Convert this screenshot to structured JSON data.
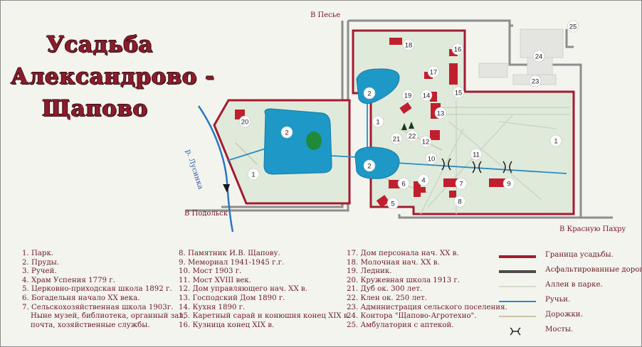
{
  "title": {
    "line1": "Усадьба",
    "line2": "Александрово -",
    "line3": "Щапово"
  },
  "map_labels": {
    "north_road": "В Песье",
    "west_road": "В Подольск",
    "east_road": "В Красную Пахру",
    "stream": "р. Лусинка"
  },
  "markers": [
    "1",
    "1",
    "1",
    "2",
    "2",
    "2",
    "4",
    "5",
    "6",
    "7",
    "8",
    "9",
    "10",
    "11",
    "12",
    "13",
    "14",
    "15",
    "16",
    "17",
    "18",
    "19",
    "20",
    "21",
    "22",
    "23",
    "24",
    "25"
  ],
  "legend_list": {
    "col1": [
      "1. Парк.",
      "2. Пруды.",
      "3. Ручей.",
      "4. Храм Успения 1779 г.",
      "5. Церковно-приходская школа 1892 г.",
      "6. Богадельня начало XX века.",
      "7. Сельскохозяйственная школа 1903г.",
      "Ныне музей, библиотека, органный зал,",
      "почта, хозяйственные службы."
    ],
    "col2": [
      "8. Памятник И.В. Щапову.",
      "9. Мемориал 1941-1945 г.г.",
      "10. Мост 1903 г.",
      "11. Мост XVIII век.",
      "12. Дом управляющего нач. XX в.",
      "13. Господский Дом 1890 г.",
      "14. Кухня 1890 г.",
      "15. Каретный сарай и конюшня конец XIX в.",
      "16. Кузница конец XIX в."
    ],
    "col3": [
      "17. Дом персонала нач. XX в.",
      "18. Молочная нач. XX в.",
      "19. Ледник.",
      "20. Кружевная школа 1913 г.",
      "21. Дуб ок. 300 лет.",
      "22. Клен ок. 250 лет.",
      "23. Администрация сельского поселения.",
      "24. Контора \"Щапово-Агротехно\".",
      "25. Амбулатория с аптекой."
    ]
  },
  "legend": [
    {
      "label": "Граница усадьбы.",
      "color": "#a31b30",
      "style": "boundary"
    },
    {
      "label": "Асфальтированные дороги.",
      "color": "#4a4a4a",
      "style": "road"
    },
    {
      "label": "Аллеи в парке.",
      "color": "#d2ddd0",
      "style": "alley"
    },
    {
      "label": "Ручьи.",
      "color": "#2a8cc4",
      "style": "stream"
    },
    {
      "label": "Дорожки.",
      "color": "#cfc3a6",
      "style": "path"
    },
    {
      "label": "Мосты.",
      "color": "#2a2a2a",
      "style": "bridge"
    }
  ],
  "colors": {
    "building": "#c0202e",
    "pond": "#1e98c7",
    "park": "#dfeadb",
    "boundary": "#a31b30",
    "road": "#8a8a8a",
    "title": "#8b1c2c"
  }
}
